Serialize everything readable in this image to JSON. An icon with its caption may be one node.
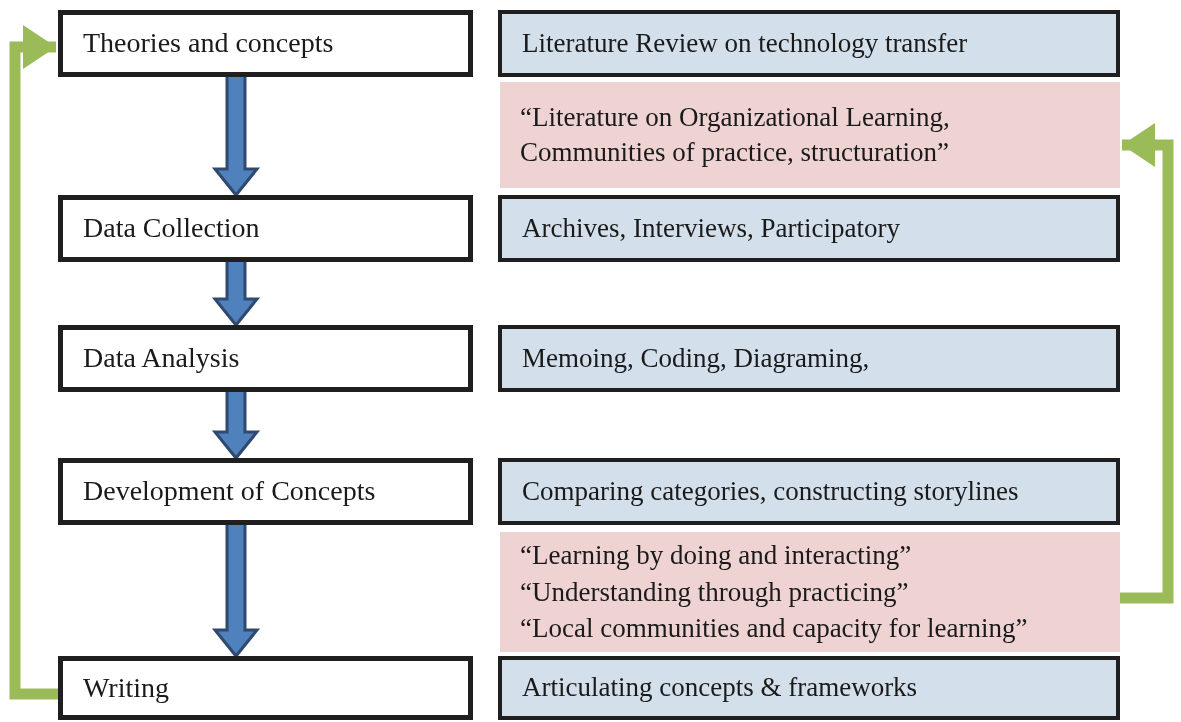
{
  "diagram": {
    "nodes": [
      {
        "text": [
          "Theories and concepts"
        ]
      },
      {
        "text": [
          "Literature Review on technology transfer"
        ]
      },
      {
        "text": [
          "“Literature on Organizational Learning, Communities of practice, structuration”"
        ]
      },
      {
        "text": [
          "Data Collection"
        ]
      },
      {
        "text": [
          "Archives, Interviews, Participatory"
        ]
      },
      {
        "text": [
          "Data Analysis"
        ]
      },
      {
        "text": [
          "Memoing, Coding, Diagraming,"
        ]
      },
      {
        "text": [
          "Development of Concepts"
        ]
      },
      {
        "text": [
          "Comparing categories, constructing storylines"
        ]
      },
      {
        "text": [
          "“Learning by doing and interacting”",
          "“Understanding through practicing”",
          "“Local communities and capacity for learning”"
        ]
      },
      {
        "text": [
          "Writing"
        ]
      },
      {
        "text": [
          "Articulating concepts & frameworks"
        ]
      }
    ],
    "edges": [
      {
        "from": 0,
        "to": 3,
        "arrow": "to",
        "style": "thick"
      },
      {
        "from": 3,
        "to": 5,
        "arrow": "to",
        "style": "thick"
      },
      {
        "from": 5,
        "to": 7,
        "arrow": "to",
        "style": "thick"
      },
      {
        "from": 7,
        "to": 10,
        "arrow": "to",
        "style": "thick"
      },
      {
        "from": 10,
        "to": 0,
        "arrow": "to",
        "color": "#9bbb59"
      },
      {
        "from": 9,
        "to": 2,
        "arrow": "to",
        "color": "#9bbb59"
      }
    ]
  }
}
